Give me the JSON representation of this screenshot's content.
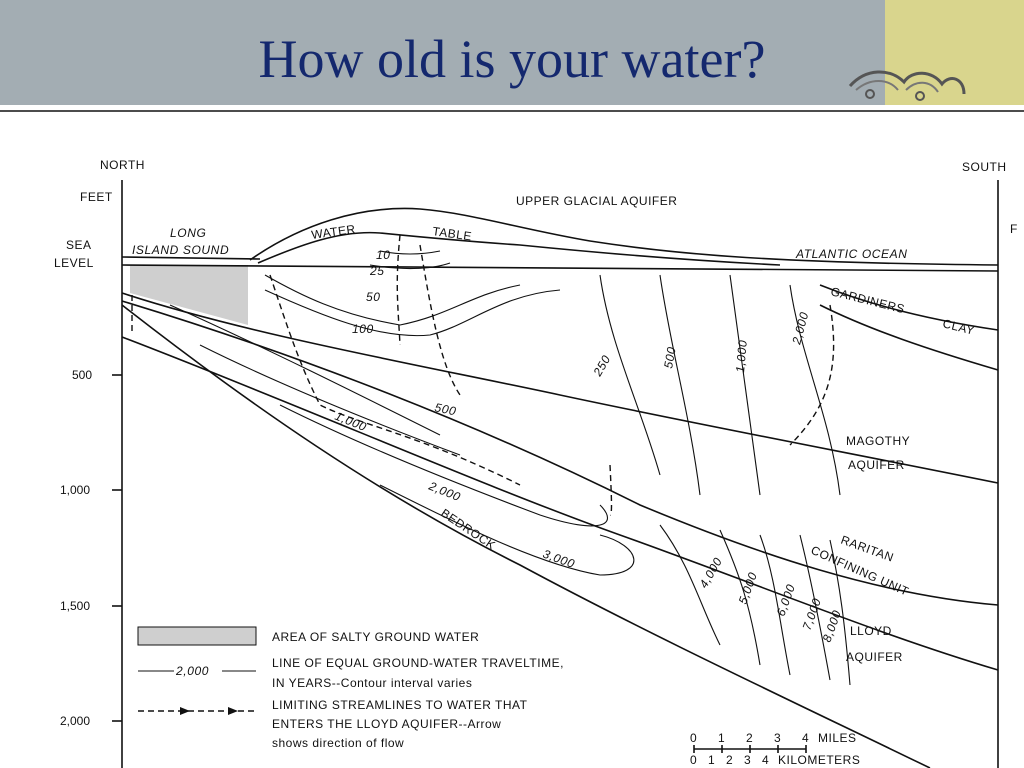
{
  "slide": {
    "title": "How old is your water?",
    "accent_color": "#d9d58d",
    "background_color": "#a3adb3",
    "title_color": "#14286e"
  },
  "diagram": {
    "north": "NORTH",
    "south": "SOUTH",
    "feet": "FEET",
    "sea": "SEA",
    "level": "LEVEL",
    "depth_ticks": [
      "500",
      "1,000",
      "1,500",
      "2,000"
    ],
    "units": {
      "upper_glacial": "UPPER GLACIAL AQUIFER",
      "long": "LONG",
      "island_sound": "ISLAND SOUND",
      "water": "WATER",
      "table": "TABLE",
      "atlantic": "ATLANTIC OCEAN",
      "gardiners": "GARDINERS",
      "clay": "CLAY",
      "magothy": "MAGOTHY",
      "magothy2": "AQUIFER",
      "raritan": "RARITAN",
      "confining": "CONFINING UNIT",
      "lloyd": "LLOYD",
      "lloyd2": "AQUIFER",
      "bedrock": "BEDROCK"
    },
    "contours": [
      "10",
      "25",
      "50",
      "100",
      "250",
      "500",
      "1,000",
      "2,000",
      "500",
      "1,000",
      "2,000",
      "3,000",
      "4,000",
      "5,000",
      "6,000",
      "7,000",
      "8,000"
    ],
    "legend": {
      "salty": "AREA OF SALTY GROUND WATER",
      "line_sample": "2,000",
      "line1": "LINE OF EQUAL GROUND-WATER TRAVELTIME,",
      "line2": "IN YEARS--Contour interval varies",
      "stream1": "LIMITING STREAMLINES TO WATER THAT",
      "stream2": "ENTERS THE LLOYD AQUIFER--Arrow",
      "stream3": "shows direction of flow"
    },
    "scale": {
      "miles_ticks": [
        "0",
        "1",
        "2",
        "3",
        "4"
      ],
      "miles": "MILES",
      "km_ticks": [
        "0",
        "1",
        "2",
        "3",
        "4"
      ],
      "kilometers": "KILOMETERS"
    },
    "edge_f": "F"
  }
}
